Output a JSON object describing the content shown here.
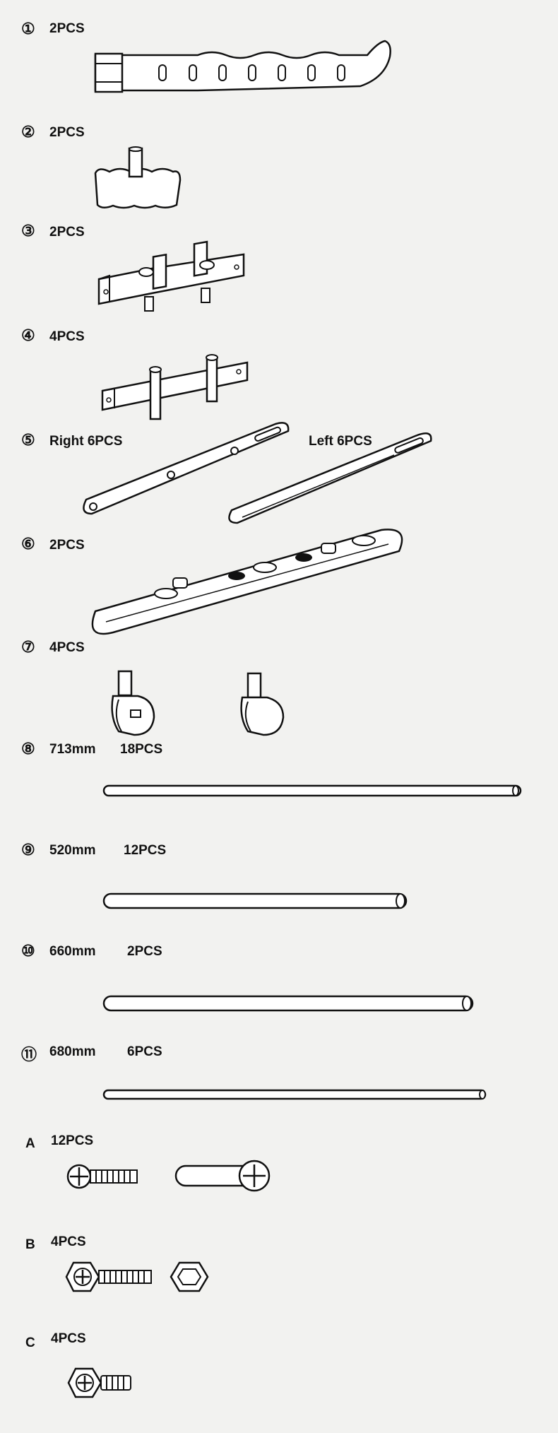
{
  "parts": [
    {
      "marker": "①",
      "qty": "2PCS"
    },
    {
      "marker": "②",
      "qty": "2PCS"
    },
    {
      "marker": "③",
      "qty": "2PCS"
    },
    {
      "marker": "④",
      "qty": "4PCS"
    },
    {
      "marker": "⑤",
      "qty_right": "Right 6PCS",
      "qty_left": "Left 6PCS"
    },
    {
      "marker": "⑥",
      "qty": "2PCS"
    },
    {
      "marker": "⑦",
      "qty": "4PCS"
    },
    {
      "marker": "⑧",
      "length": "713mm",
      "qty": "18PCS"
    },
    {
      "marker": "⑨",
      "length": "520mm",
      "qty": "12PCS"
    },
    {
      "marker": "⑩",
      "length": "660mm",
      "qty": "2PCS"
    },
    {
      "marker": "⑪",
      "length": "680mm",
      "qty": "6PCS"
    }
  ],
  "hardware": [
    {
      "marker": "A",
      "qty": "12PCS"
    },
    {
      "marker": "B",
      "qty": "4PCS"
    },
    {
      "marker": "C",
      "qty": "4PCS"
    }
  ]
}
